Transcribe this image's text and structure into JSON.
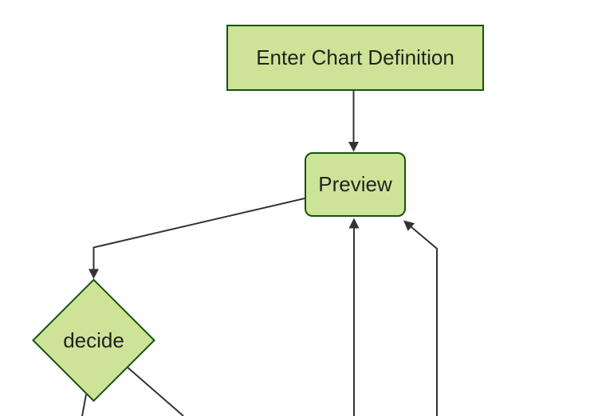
{
  "diagram": {
    "type": "flowchart",
    "direction": "top-down",
    "nodes": [
      {
        "id": "enter-chart-definition",
        "label": "Enter Chart Definition",
        "shape": "rectangle"
      },
      {
        "id": "preview",
        "label": "Preview",
        "shape": "rounded-rectangle"
      },
      {
        "id": "decide",
        "label": "decide",
        "shape": "diamond"
      }
    ],
    "edges": [
      {
        "from": "enter-chart-definition",
        "to": "preview",
        "arrowhead": true
      },
      {
        "from": "preview",
        "to": "decide",
        "arrowhead": true
      },
      {
        "from": "offscreen-bottom",
        "to": "preview",
        "arrowhead": true
      },
      {
        "from": "offscreen-bottom-right",
        "to": "preview",
        "arrowhead": true
      },
      {
        "from": "decide",
        "to": "offscreen-bottom-left",
        "arrowhead": false
      },
      {
        "from": "decide",
        "to": "offscreen-bottom-right",
        "arrowhead": false
      }
    ],
    "colors": {
      "node_fill": "#cde498",
      "node_border": "#13540c",
      "edge": "#333333",
      "text": "#222222",
      "background": "#ffffff"
    }
  }
}
